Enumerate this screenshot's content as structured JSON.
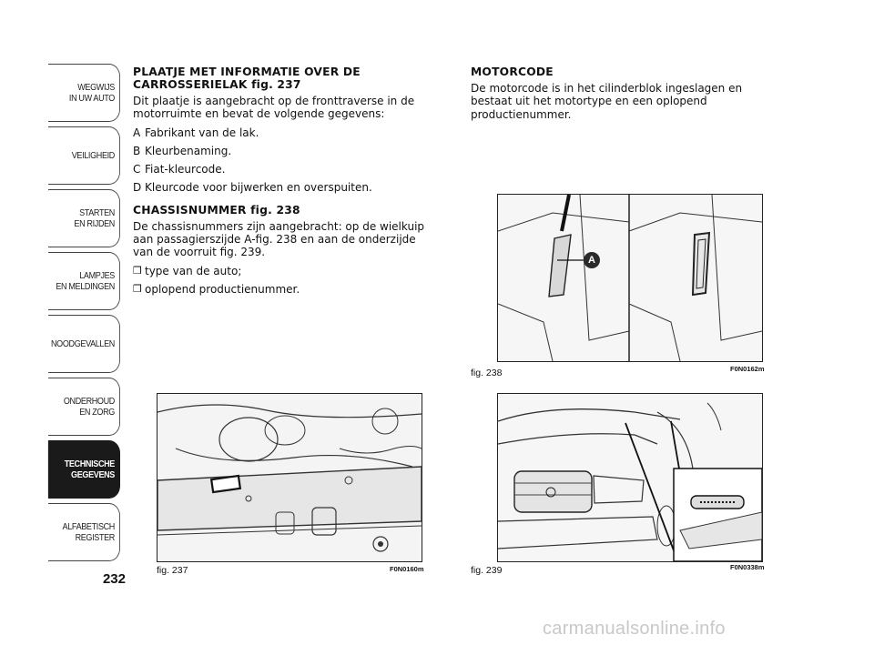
{
  "sidebar": {
    "tabs": [
      {
        "label": "WEGWIJS\nIN UW AUTO"
      },
      {
        "label": "VEILIGHEID"
      },
      {
        "label": "STARTEN\nEN RIJDEN"
      },
      {
        "label": "LAMPJES\nEN MELDINGEN"
      },
      {
        "label": "NOODGEVALLEN"
      },
      {
        "label": "ONDERHOUD\nEN ZORG"
      },
      {
        "label": "TECHNISCHE\nGEGEVENS"
      },
      {
        "label": "ALFABETISCH\nREGISTER"
      }
    ],
    "active_index": 6
  },
  "page_number": "232",
  "left_column": {
    "heading1": "PLAATJE MET INFORMATIE OVER DE CARROSSERIELAK fig. 237",
    "intro1": "Dit plaatje is aangebracht op de fronttraverse in de motorruimte en bevat de volgende gegevens:",
    "items": [
      {
        "key": "A",
        "text": "Fabrikant van de lak."
      },
      {
        "key": "B",
        "text": "Kleurbenaming."
      },
      {
        "key": "C",
        "text": "Fiat-kleurcode."
      },
      {
        "key": "D",
        "text": "Kleurcode voor bijwerken en overspuiten."
      }
    ],
    "heading2": "CHASSISNUMMER fig. 238",
    "intro2": "De chassisnummers zijn aangebracht: op de wielkuip aan passagierszijde A-fig. 238 en aan de onderzijde van de voorruit fig. 239.",
    "bullets": [
      {
        "key": "❒",
        "text": "type van de auto;"
      },
      {
        "key": "❒",
        "text": "oplopend productienummer."
      }
    ]
  },
  "right_column": {
    "heading": "MOTORCODE",
    "text": "De motorcode is in het cilinderblok ingeslagen en bestaat uit het motortype en een oplopend productienummer."
  },
  "figures": {
    "fig237": {
      "caption": "fig. 237",
      "code": "F0N0160m"
    },
    "fig238": {
      "caption": "fig. 238",
      "code": "F0N0162m",
      "callout": "A"
    },
    "fig239": {
      "caption": "fig. 239",
      "code": "F0N0338m"
    }
  },
  "watermark": "carmanualsonline.info"
}
